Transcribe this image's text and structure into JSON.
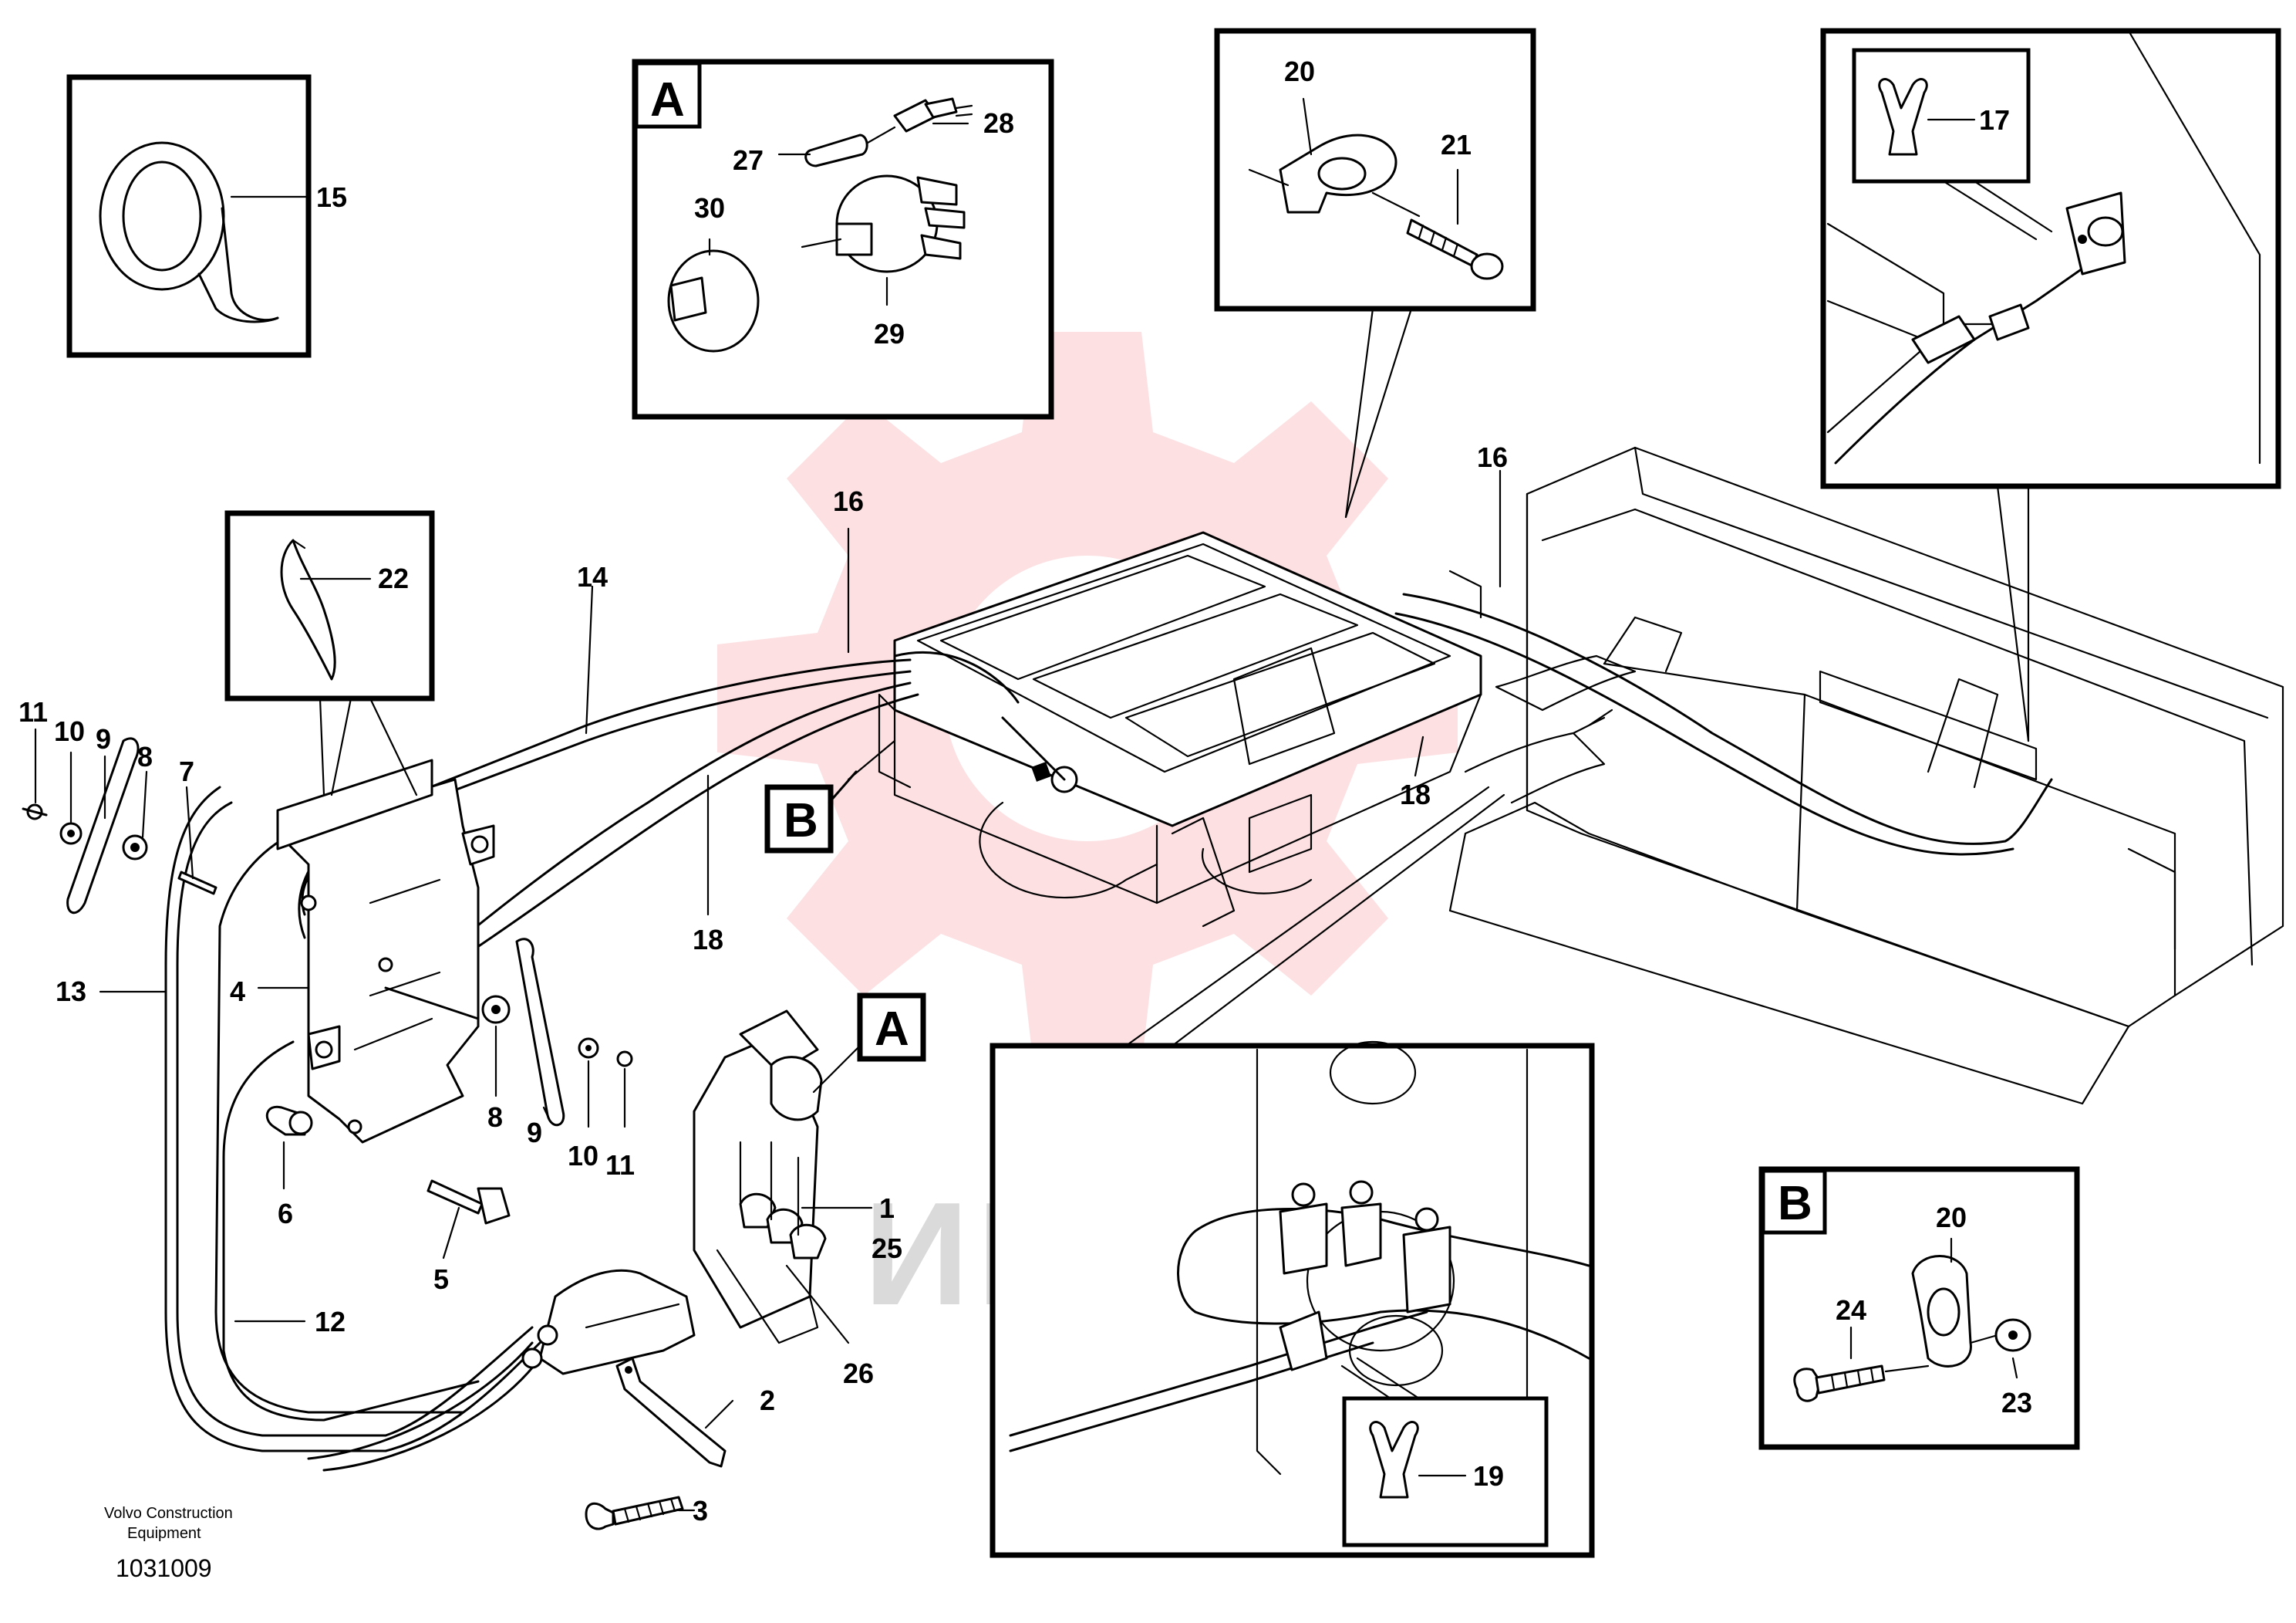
{
  "diagram": {
    "credit_line1": "Volvo Construction",
    "credit_line2": "Equipment",
    "drawing_number": "1031009",
    "watermark_text": "ИНТЕХ",
    "watermark_color": "#e8101c",
    "detail_tags": {
      "a_top": "A",
      "a_pointer": "A",
      "b_pointer": "B",
      "b_detail": "B"
    },
    "callouts": {
      "c1": "1",
      "c2": "2",
      "c3": "3",
      "c4": "4",
      "c5": "5",
      "c6": "6",
      "c7": "7",
      "c8a": "8",
      "c8b": "8",
      "c9a": "9",
      "c9b": "9",
      "c10a": "10",
      "c10b": "10",
      "c11a": "11",
      "c11b": "11",
      "c12": "12",
      "c13": "13",
      "c14": "14",
      "c15": "15",
      "c16a": "16",
      "c16b": "16",
      "c17": "17",
      "c18a": "18",
      "c18b": "18",
      "c19": "19",
      "c20a": "20",
      "c20b": "20",
      "c21": "21",
      "c22": "22",
      "c23": "23",
      "c24": "24",
      "c25": "25",
      "c26": "26",
      "c27": "27",
      "c28": "28",
      "c29": "29",
      "c30": "30"
    }
  }
}
